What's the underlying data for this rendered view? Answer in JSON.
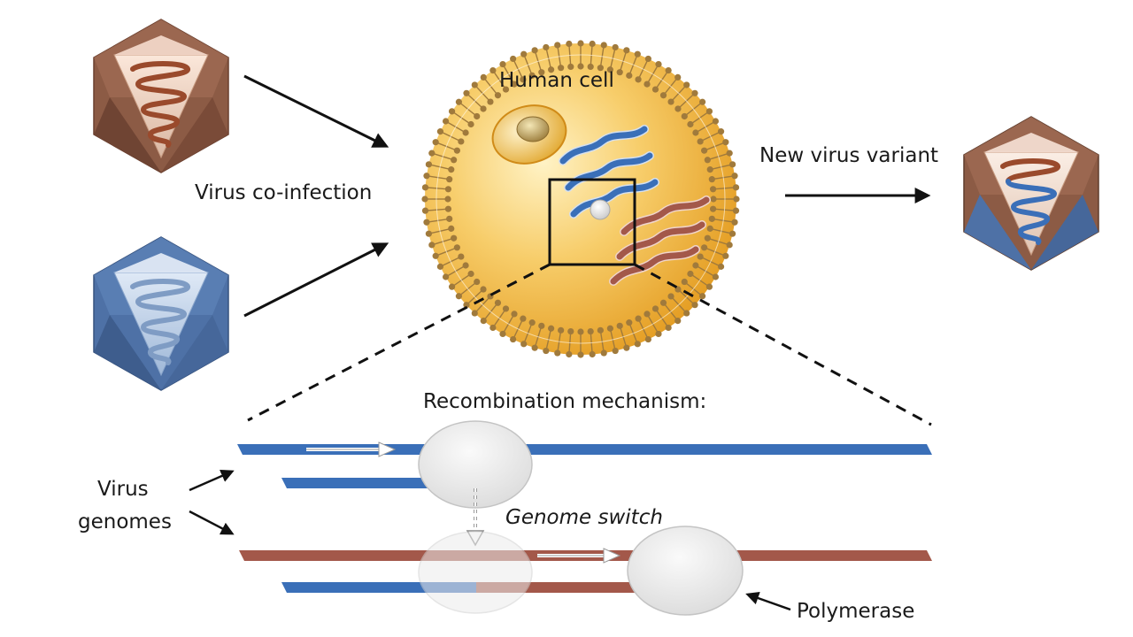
{
  "labels": {
    "human_cell": "Human cell",
    "virus_coinfection": "Virus co-infection",
    "new_variant": "New virus variant",
    "recombination_title": "Recombination mechanism:",
    "virus_genomes_line1": "Virus",
    "virus_genomes_line2": "genomes",
    "genome_switch": "Genome switch",
    "polymerase": "Polymerase"
  },
  "colors": {
    "virus_brown": "#8a5a44",
    "virus_blue": "#4a6fa5",
    "strand_blue": "#3a6fb8",
    "strand_brown": "#a3584a",
    "cell_orange": "#f0a830",
    "membrane": "#a07a3c",
    "polymerase": "#e6e6e6"
  },
  "icons": {
    "brown_virus": "icosahedral-virus-icon",
    "blue_virus": "icosahedral-virus-icon",
    "variant_virus": "hybrid-virus-icon",
    "nucleus": "nucleus-icon"
  }
}
